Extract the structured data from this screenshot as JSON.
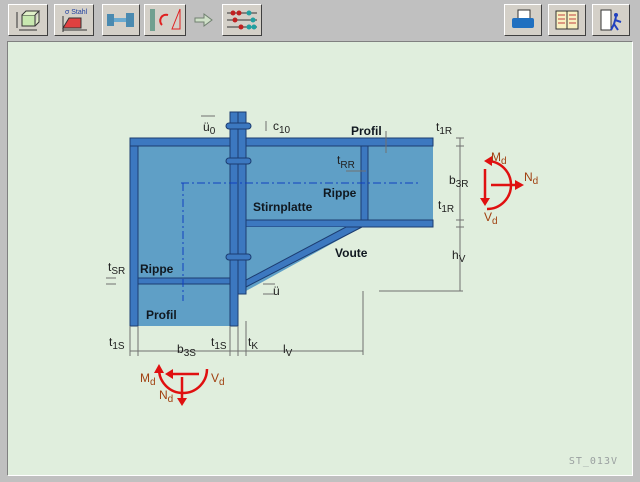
{
  "toolbar": {
    "left_buttons": [
      "geometry-box",
      "stahl-material",
      "bolt",
      "moment-rotation",
      "arrow-next",
      "abacus-calc"
    ],
    "right_buttons": [
      "print",
      "book",
      "exit"
    ],
    "stahl_label": "σ Stahl"
  },
  "diagram": {
    "profil_top": "Profil",
    "profil_bottom": "Profil",
    "rippe_right": "Rippe",
    "rippe_left": "Rippe",
    "stirnplatte": "Stirnplatte",
    "voute": "Voute",
    "u0": {
      "b": "ü",
      "s": "0"
    },
    "c10": {
      "b": "c",
      "s": "10"
    },
    "t1R_top": {
      "b": "t",
      "s": "1R"
    },
    "tRR": {
      "b": "t",
      "s": "RR"
    },
    "b3R": {
      "b": "b",
      "s": "3R"
    },
    "t1R_bottom": {
      "b": "t",
      "s": "1R"
    },
    "hV": {
      "b": "h",
      "s": "V"
    },
    "tSR": {
      "b": "t",
      "s": "SR"
    },
    "u": "ü",
    "t1S_left": {
      "b": "t",
      "s": "1S"
    },
    "b3S": {
      "b": "b",
      "s": "3S"
    },
    "t1S_right": {
      "b": "t",
      "s": "1S"
    },
    "tK": {
      "b": "t",
      "s": "K"
    },
    "lV": {
      "b": "l",
      "s": "V"
    },
    "forces_right": {
      "Md": {
        "b": "M",
        "s": "d"
      },
      "Nd": {
        "b": "N",
        "s": "d"
      },
      "Vd": {
        "b": "V",
        "s": "d"
      }
    },
    "forces_left": {
      "Md": {
        "b": "M",
        "s": "d"
      },
      "Nd": {
        "b": "N",
        "s": "d"
      },
      "Vd": {
        "b": "V",
        "s": "d"
      }
    }
  },
  "colors": {
    "steel": "#5f9fc6",
    "flange": "#3c78c0",
    "force": "#e01010",
    "background": "#e0eedd"
  },
  "footer_code": "ST_013V"
}
